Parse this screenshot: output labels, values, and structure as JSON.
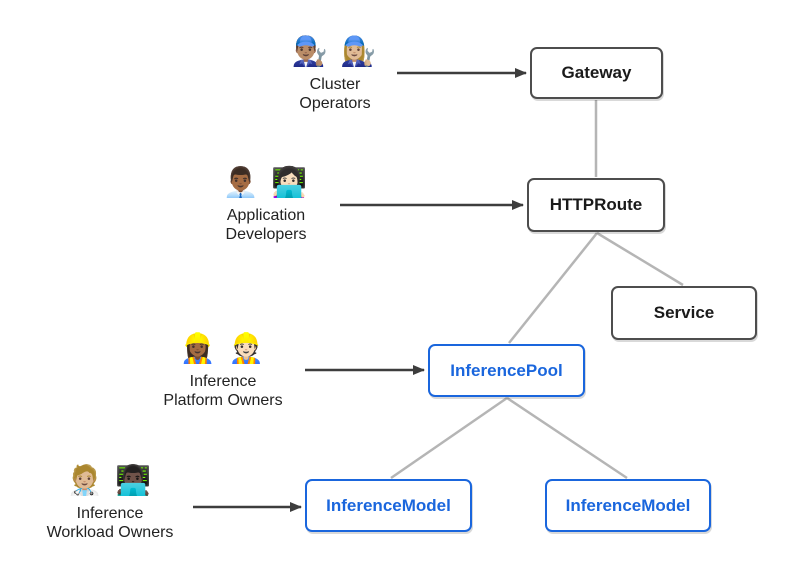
{
  "actors": [
    {
      "emojis": "👨🏽‍🔧 👩🏼‍🔧",
      "line1": "Cluster",
      "line2": "Operators"
    },
    {
      "emojis": "👨🏾‍💼 👩🏻‍💻",
      "line1": "Application",
      "line2": "Developers"
    },
    {
      "emojis": "👷🏾‍♀️ 👷🏻",
      "line1": "Inference",
      "line2": "Platform Owners"
    },
    {
      "emojis": "🧑🏼‍⚕️ 👨🏿‍💻",
      "line1": "Inference",
      "line2": "Workload Owners"
    }
  ],
  "nodes": [
    {
      "label": "Gateway",
      "style": "dark"
    },
    {
      "label": "HTTPRoute",
      "style": "dark"
    },
    {
      "label": "Service",
      "style": "dark"
    },
    {
      "label": "InferencePool",
      "style": "blue"
    },
    {
      "label": "InferenceModel",
      "style": "blue"
    },
    {
      "label": "InferenceModel",
      "style": "blue"
    }
  ],
  "colors": {
    "background": "#ffffff",
    "node_border_dark": "#4d4d4d",
    "node_text_dark": "#1a1a1a",
    "node_blue": "#1a66dd",
    "connector_gray": "#b5b5b5",
    "arrow_dark": "#3d3d3d"
  }
}
